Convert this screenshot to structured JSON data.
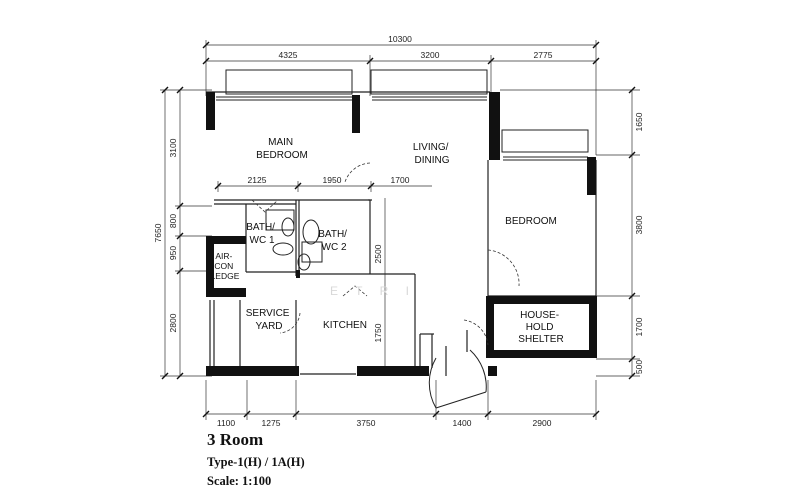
{
  "plan": {
    "top_dims": [
      {
        "label": "10300"
      },
      {
        "label": "4325"
      },
      {
        "label": "3200"
      },
      {
        "label": "2775"
      }
    ],
    "bottom_dims": [
      "1100",
      "1275",
      "3750",
      "1400",
      "2900"
    ],
    "left_dims": [
      {
        "label": "7650"
      },
      {
        "label": "3100"
      },
      {
        "label": "800"
      },
      {
        "label": "950"
      },
      {
        "label": "2800"
      }
    ],
    "right_dims": [
      "1650",
      "3800",
      "1700",
      "500"
    ],
    "interior_dims": [
      "2125",
      "1950",
      "1700",
      "2500",
      "1750"
    ],
    "rooms": [
      {
        "lines": [
          "MAIN",
          "BEDROOM"
        ]
      },
      {
        "lines": [
          "LIVING/",
          "DINING"
        ]
      },
      {
        "lines": [
          "BEDROOM"
        ]
      },
      {
        "lines": [
          "BATH/",
          "WC 1"
        ]
      },
      {
        "lines": [
          "BATH/",
          "WC 2"
        ]
      },
      {
        "lines": [
          "AIR-",
          "CON",
          "LEDGE"
        ]
      },
      {
        "lines": [
          "SERVICE",
          "YARD"
        ]
      },
      {
        "lines": [
          "KITCHEN"
        ]
      },
      {
        "lines": [
          "HOUSE-",
          "HOLD",
          "SHELTER"
        ]
      }
    ],
    "watermark": "E  T  R  I"
  },
  "caption": {
    "title": "3 Room",
    "type": "Type-1(H)  / 1A(H)",
    "scale": "Scale: 1:100"
  }
}
